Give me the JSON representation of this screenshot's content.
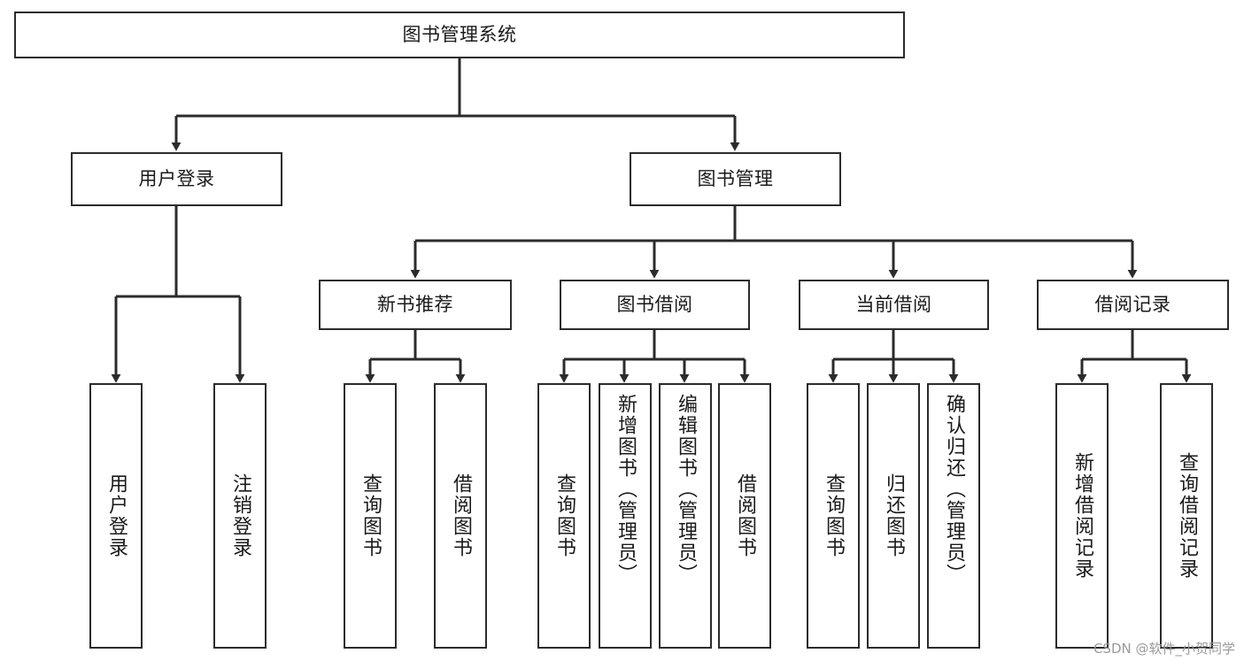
{
  "diagram": {
    "title": "图书管理系统",
    "watermark": "CSDN @软件_小贺同学",
    "colors": {
      "background": "#ffffff",
      "border": "#2b2b2b",
      "text": "#1a1a1a",
      "edge": "#2b2b2b",
      "watermark": "#9a9a9a"
    },
    "root": {
      "label": "图书管理系统"
    },
    "level2": [
      {
        "label": "用户登录"
      },
      {
        "label": "图书管理"
      }
    ],
    "level3": [
      {
        "label": "新书推荐"
      },
      {
        "label": "图书借阅"
      },
      {
        "label": "当前借阅"
      },
      {
        "label": "借阅记录"
      }
    ],
    "leaves": {
      "user_login": [
        {
          "label": "用户登录"
        },
        {
          "label": "注销登录"
        }
      ],
      "new_book": [
        {
          "label": "查询图书"
        },
        {
          "label": "借阅图书"
        }
      ],
      "borrow": [
        {
          "label": "查询图书"
        },
        {
          "label": "新增图书（管理员）"
        },
        {
          "label": "编辑图书（管理员）"
        },
        {
          "label": "借阅图书"
        }
      ],
      "current": [
        {
          "label": "查询图书"
        },
        {
          "label": "归还图书"
        },
        {
          "label": "确认归还（管理员）"
        }
      ],
      "records": [
        {
          "label": "新增借阅记录"
        },
        {
          "label": "查询借阅记录"
        }
      ]
    }
  }
}
